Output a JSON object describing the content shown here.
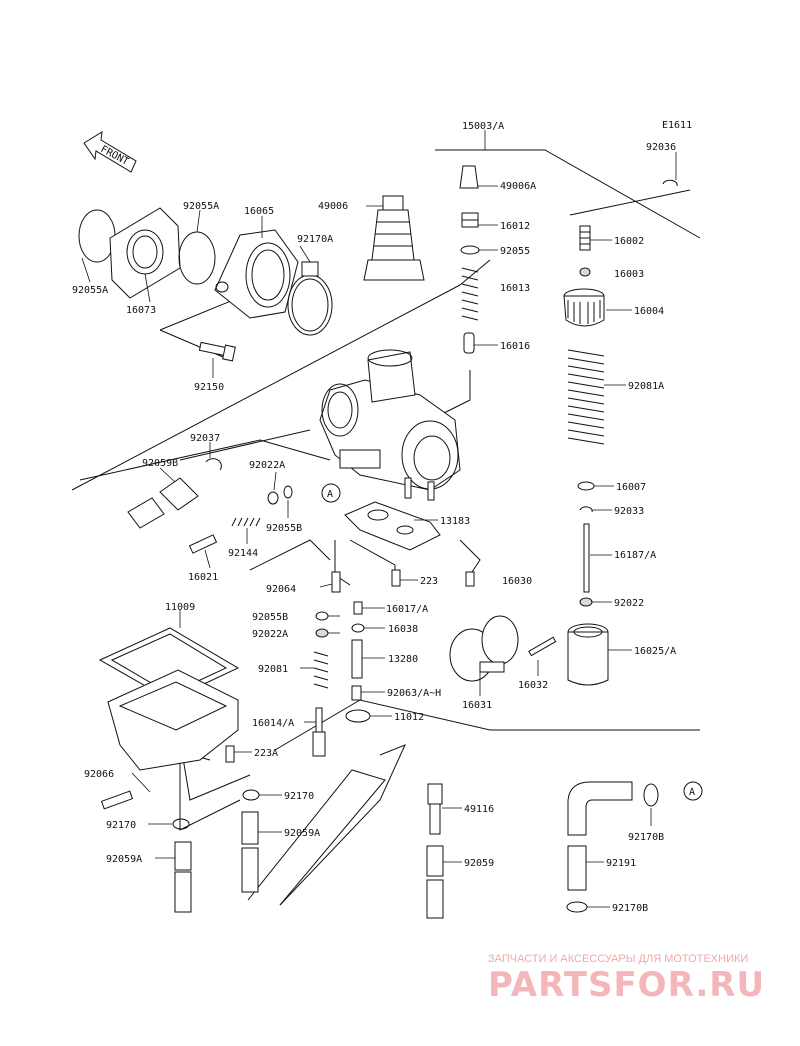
{
  "diagram_code": "E1611",
  "front_label": "FRONT",
  "callout_a": "A",
  "labels": {
    "p15003": "15003/A",
    "p92036": "92036",
    "p92055a_top": "92055A",
    "p16065": "16065",
    "p49006": "49006",
    "p49006a": "49006A",
    "p92170a": "92170A",
    "p16012": "16012",
    "p16002": "16002",
    "p92055_top": "92055",
    "p16003": "16003",
    "p92055a_left": "92055A",
    "p16073": "16073",
    "p16013": "16013",
    "p16004": "16004",
    "p16016": "16016",
    "p92150": "92150",
    "p92081a": "92081A",
    "p92037": "92037",
    "p92059b": "92059B",
    "p92022a_top": "92022A",
    "p16007": "16007",
    "p92055b": "92055B",
    "p92033": "92033",
    "p13183": "13183",
    "p92144": "92144",
    "p16187a": "16187/A",
    "p16021": "16021",
    "p92064": "92064",
    "p223": "223",
    "p16030": "16030",
    "p92022": "92022",
    "p11009": "11009",
    "p16017a": "16017/A",
    "p92055b_mid": "92055B",
    "p16038": "16038",
    "p92022a_mid": "92022A",
    "p16025a": "16025/A",
    "p13280": "13280",
    "p92081": "92081",
    "p16032": "16032",
    "p92063ah": "92063/A~H",
    "p16031": "16031",
    "p16014a": "16014/A",
    "p11012": "11012",
    "p223a": "223A",
    "p92066": "92066",
    "p92170_mid": "92170",
    "p49116": "49116",
    "p92170_left": "92170",
    "p92059a_mid": "92059A",
    "p92170b_top": "92170B",
    "p92059a_left": "92059A",
    "p92059": "92059",
    "p92191": "92191",
    "p92170b_bot": "92170B"
  },
  "watermark": {
    "tagline": "ЗАПЧАСТИ И АКСЕССУАРЫ ДЛЯ МОТОТЕХНИКИ",
    "brand": "PARTSFOR.RU"
  }
}
